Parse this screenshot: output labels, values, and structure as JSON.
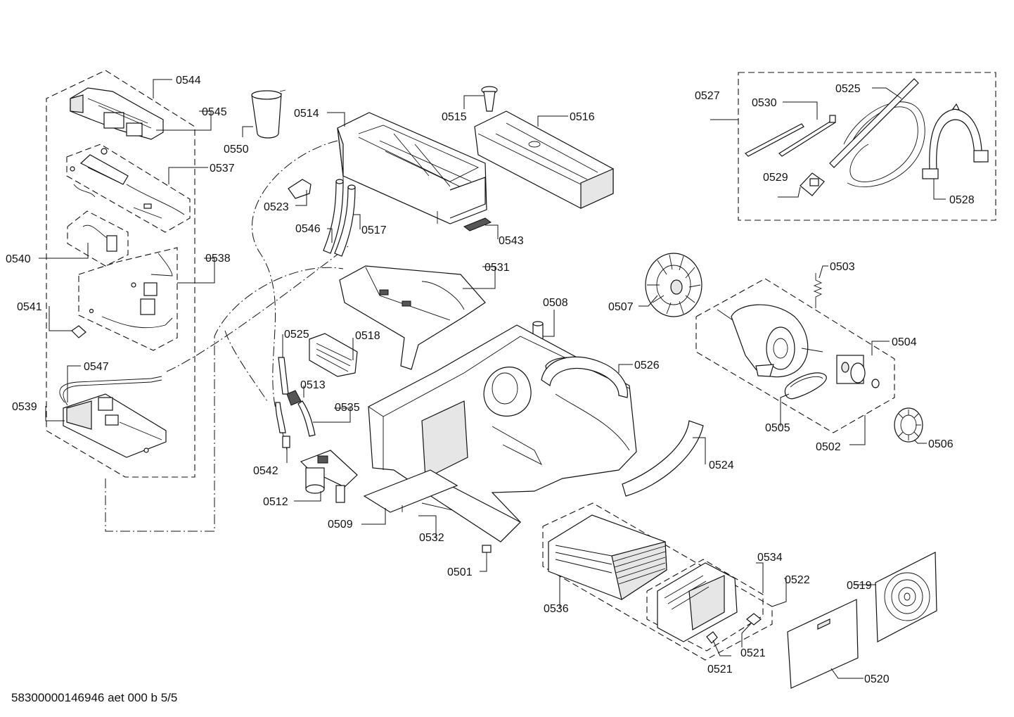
{
  "footer": "58300000146946 aet 000 b 5/5",
  "labels": {
    "l0544": "0544",
    "l0545": "0545",
    "l0537": "0537",
    "l0540": "0540",
    "l0538": "0538",
    "l0541": "0541",
    "l0547": "0547",
    "l0539": "0539",
    "l0550": "0550",
    "l0514": "0514",
    "l0515": "0515",
    "l0516": "0516",
    "l0523": "0523",
    "l0546": "0546",
    "l0517": "0517",
    "l0543": "0543",
    "l0531": "0531",
    "l0508": "0508",
    "l0525a": "0525",
    "l0518": "0518",
    "l0513": "0513",
    "l0535": "0535",
    "l0542": "0542",
    "l0512": "0512",
    "l0509": "0509",
    "l0532": "0532",
    "l0501": "0501",
    "l0526": "0526",
    "l0524": "0524",
    "l0527": "0527",
    "l0530": "0530",
    "l0525b": "0525",
    "l0529": "0529",
    "l0528": "0528",
    "l0507": "0507",
    "l0503": "0503",
    "l0504": "0504",
    "l0505": "0505",
    "l0502": "0502",
    "l0506": "0506",
    "l0534": "0534",
    "l0522": "0522",
    "l0536": "0536",
    "l0521a": "0521",
    "l0521b": "0521",
    "l0519": "0519",
    "l0520": "0520"
  }
}
